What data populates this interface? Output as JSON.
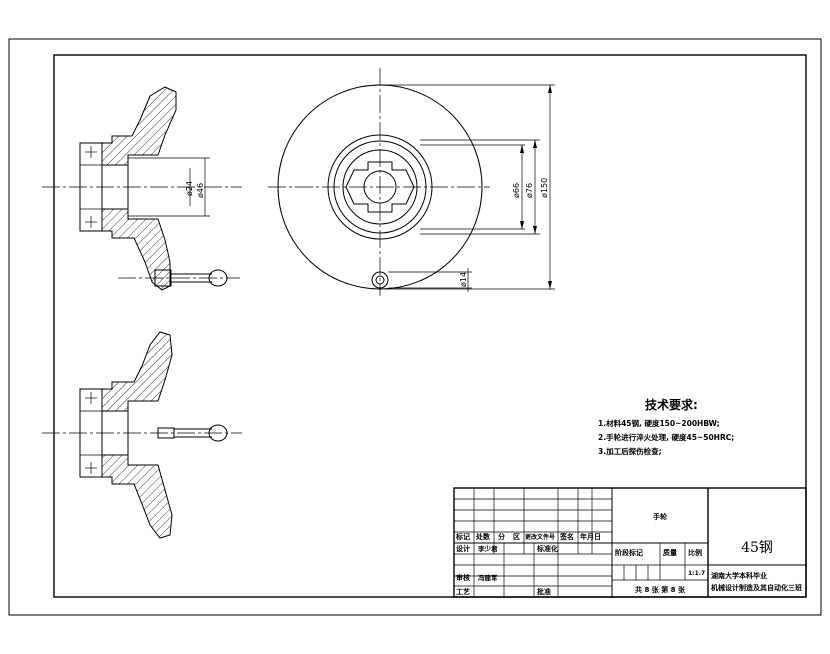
{
  "dimensions": {
    "d24": "ø24",
    "d46": "ø46",
    "d66": "ø66",
    "d76": "ø76",
    "d150": "ø150",
    "d14": "ø14"
  },
  "requirements": {
    "title": "技术要求:",
    "items": [
      "1.材料45钢, 硬度150~200HBW;",
      "2.手轮进行淬火处理, 硬度45~50HRC;",
      "3.加工后探伤检查;"
    ]
  },
  "title_block": {
    "part_name": "手轮",
    "material": "45钢",
    "header_cells": [
      "标记",
      "处数",
      "分",
      "区",
      "更改文件号",
      "签名",
      "年月日"
    ],
    "row_design_label": "设计",
    "row_design_name": "李少君",
    "row_standard_label": "标准化",
    "row_review_label": "审核",
    "row_review_name": "冯建军",
    "row_process_label": "工艺",
    "row_approve_label": "批准",
    "stage_mark": "阶段标记",
    "weight": "质量",
    "scale_label": "比例",
    "scale_value": "1:1.7",
    "sheets": "共 8 张   第 8 张",
    "school_line1": "湖南大学本科毕业",
    "school_line2": "机械设计制造及其自动化三班"
  }
}
